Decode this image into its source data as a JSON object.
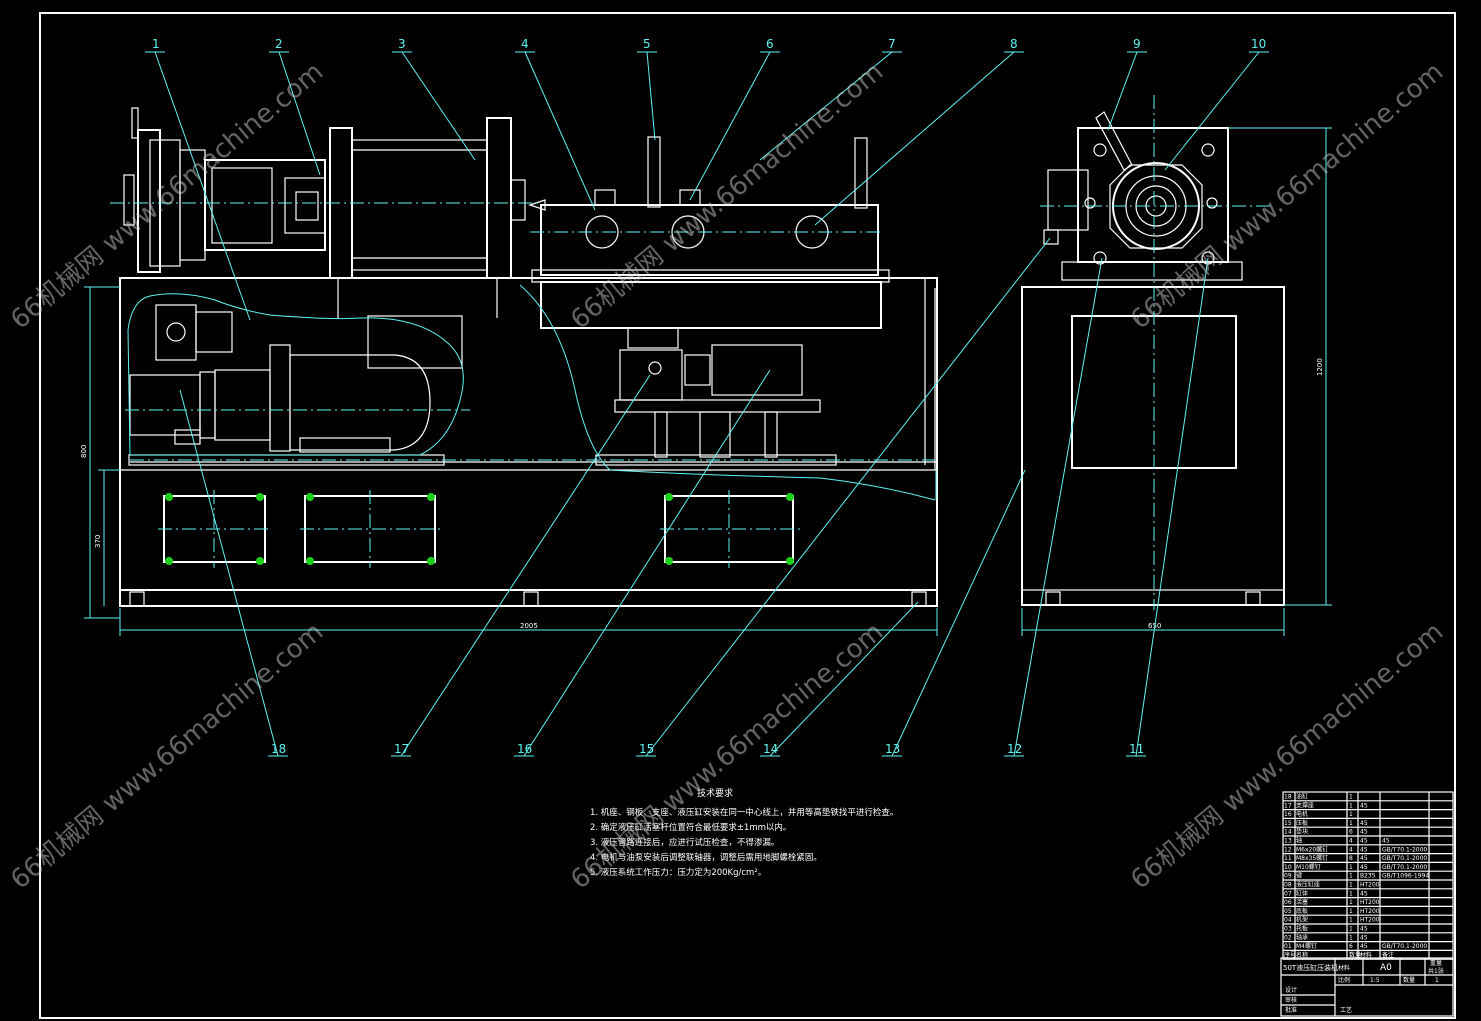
{
  "balloons": [
    "1",
    "2",
    "3",
    "4",
    "5",
    "6",
    "7",
    "8",
    "9",
    "10",
    "18",
    "17",
    "16",
    "15",
    "14",
    "13",
    "12",
    "11"
  ],
  "dimensions": {
    "overall_length": "2005",
    "overall_height": "800",
    "lower_height": "370",
    "side_width": "650",
    "side_height": "1200"
  },
  "technical_requirements": {
    "title": "技术要求",
    "items": [
      "1. 机座、钢板、支座、液压缸安装在同一中心线上，并用等高垫铁找平进行检查。",
      "2. 确定液压缸活塞杆位置符合最低要求±1mm以内。",
      "3. 液压管路连接后，应进行试压检查，不得渗漏。",
      "4. 电机与油泵安装后调整联轴器，调整后需用地脚螺栓紧固。",
      "5. 液压系统工作压力：压力定为200Kg/cm²。"
    ]
  },
  "parts_list": [
    {
      "no": "18",
      "name": "油缸",
      "qty": "1",
      "material": "",
      "standard": ""
    },
    {
      "no": "17",
      "name": "支撑座",
      "qty": "1",
      "material": "45",
      "standard": ""
    },
    {
      "no": "16",
      "name": "电机",
      "qty": "1",
      "material": "",
      "standard": ""
    },
    {
      "no": "15",
      "name": "压板",
      "qty": "1",
      "material": "45",
      "standard": ""
    },
    {
      "no": "14",
      "name": "垫块",
      "qty": "6",
      "material": "45",
      "standard": ""
    },
    {
      "no": "13",
      "name": "轴",
      "qty": "4",
      "material": "45",
      "standard": "45"
    },
    {
      "no": "12",
      "name": "M6x20螺钉",
      "qty": "4",
      "material": "45",
      "standard": "GB/T70.1-2000"
    },
    {
      "no": "11",
      "name": "M8x35螺钉",
      "qty": "8",
      "material": "45",
      "standard": "GB/T70.1-2000"
    },
    {
      "no": "10",
      "name": "M10螺钉",
      "qty": "1",
      "material": "45",
      "standard": "GB/T70.1-2000"
    },
    {
      "no": "09",
      "name": "键",
      "qty": "1",
      "material": "B235",
      "standard": "GB/T1096-1994"
    },
    {
      "no": "08",
      "name": "液压缸座",
      "qty": "1",
      "material": "HT200",
      "standard": ""
    },
    {
      "no": "07",
      "name": "缸体",
      "qty": "1",
      "material": "45",
      "standard": ""
    },
    {
      "no": "06",
      "name": "活塞",
      "qty": "1",
      "material": "HT200",
      "standard": ""
    },
    {
      "no": "05",
      "name": "底板",
      "qty": "1",
      "material": "HT200",
      "standard": ""
    },
    {
      "no": "04",
      "name": "机架",
      "qty": "1",
      "material": "HT200",
      "standard": ""
    },
    {
      "no": "03",
      "name": "托板",
      "qty": "1",
      "material": "45",
      "standard": ""
    },
    {
      "no": "02",
      "name": "轴承",
      "qty": "1",
      "material": "45",
      "standard": ""
    },
    {
      "no": "01",
      "name": "M4螺钉",
      "qty": "6",
      "material": "45",
      "standard": "GB/T70.1-2000"
    }
  ],
  "parts_header": {
    "no": "序号",
    "name": "名称",
    "qty": "数量",
    "material": "材料",
    "standard": "备注"
  },
  "title_block": {
    "drawing_title": "50T液压缸压装机",
    "material_label": "材料",
    "sheet_size": "A0",
    "weight_label": "重量",
    "scale_label": "比例",
    "scale": "1:5",
    "qty_label": "数量",
    "qty": "1",
    "sheet_label": "共1张",
    "designer_label": "设计",
    "checker_label": "审核",
    "approver_label": "批准",
    "craft_label": "工艺"
  },
  "watermarks": [
    "66机械网 www.66machine.com",
    "66机械网 www.66machine.com",
    "66机械网 www.66machine.com",
    "66机械网 www.66machine.com",
    "66机械网 www.66machine.com",
    "66机械网 www.66machine.com"
  ]
}
